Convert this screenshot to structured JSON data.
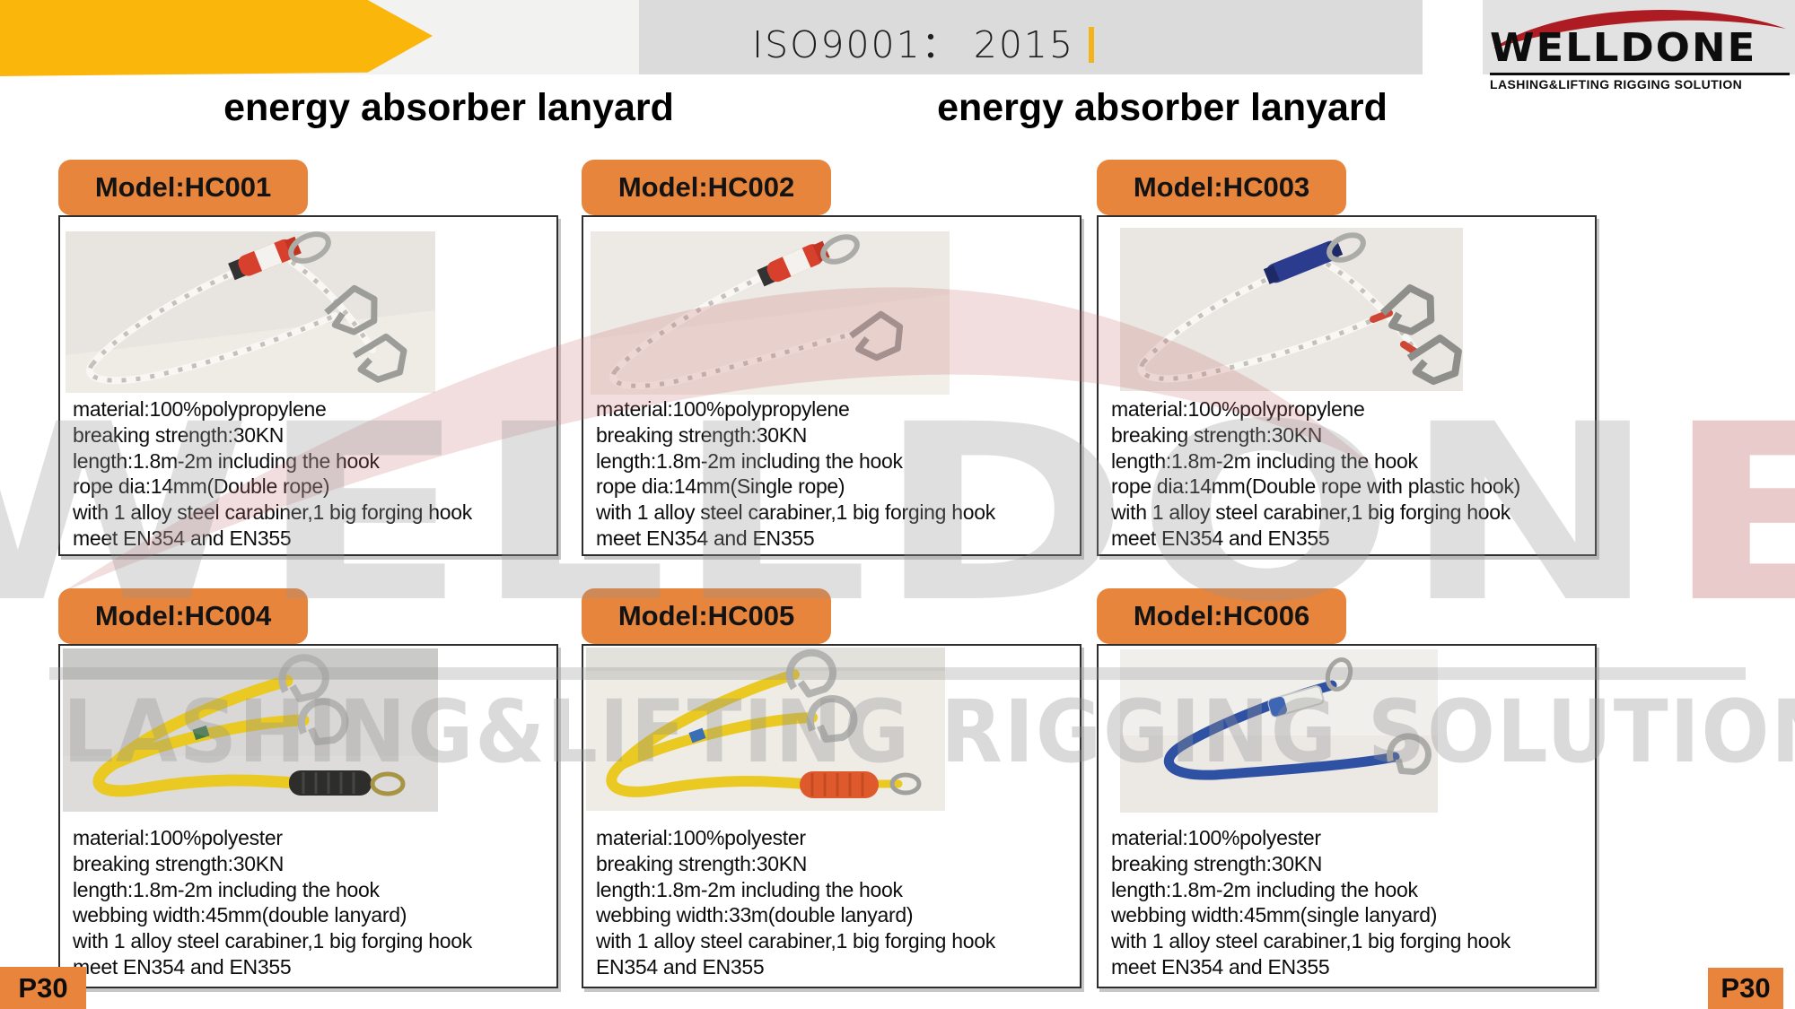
{
  "header": {
    "iso_certification": "ISO9001： 2015",
    "logo": {
      "brand": "WELLDONE",
      "tagline": "LASHING&LIFTING RIGGING SOLUTION"
    }
  },
  "section_titles": {
    "left": "energy absorber lanyard",
    "right": "energy absorber lanyard"
  },
  "watermark": {
    "brand_main": "WELLDON",
    "brand_accent": "E",
    "tagline": "LASHING&LIFTING RIGGING SOLUTION"
  },
  "page_labels": {
    "bottom_left": "P30",
    "bottom_right": "P30"
  },
  "colors": {
    "accent_orange": "#E8853C",
    "arrow_yellow": "#FBB60B",
    "banner_gray": "#DBDBDB",
    "logo_red": "#AE1C23",
    "divider_yellow": "#F3B31B"
  },
  "products": [
    {
      "model": "Model:HC001",
      "photo_alt": "white double rope lanyard, red energy absorber, carabiner, two forging hooks",
      "specs": [
        "material:100%polypropylene",
        "breaking strength:30KN",
        "length:1.8m-2m including the hook",
        "rope dia:14mm(Double rope)",
        "with 1 alloy steel carabiner,1 big forging hook",
        "meet EN354 and EN355"
      ]
    },
    {
      "model": "Model:HC002",
      "photo_alt": "white single rope lanyard, red energy absorber, carabiner, one forging hook",
      "specs": [
        "material:100%polypropylene",
        "breaking strength:30KN",
        "length:1.8m-2m including the hook",
        "rope dia:14mm(Single rope)",
        "with 1 alloy steel carabiner,1 big forging hook",
        "meet EN354 and EN355"
      ]
    },
    {
      "model": "Model:HC003",
      "photo_alt": "white double rope lanyard, blue energy absorber, carabiner, two plastic hooks",
      "specs": [
        "material:100%polypropylene",
        "breaking strength:30KN",
        "length:1.8m-2m including the hook",
        "rope dia:14mm(Double rope with plastic hook)",
        "with 1 alloy steel carabiner,1 big forging hook",
        "meet EN354 and EN355"
      ]
    },
    {
      "model": "Model:HC004",
      "photo_alt": "yellow webbing double lanyard, black energy absorber, carabiner, two scaffold hooks",
      "specs": [
        "material:100%polyester",
        "breaking strength:30KN",
        "length:1.8m-2m including the hook",
        "webbing width:45mm(double lanyard)",
        "with 1 alloy steel carabiner,1 big forging hook",
        "meet EN354 and EN355"
      ]
    },
    {
      "model": "Model:HC005",
      "photo_alt": "yellow webbing double lanyard, orange energy absorber, carabiner, two scaffold hooks",
      "specs": [
        "material:100%polyester",
        "breaking strength:30KN",
        "length:1.8m-2m including the hook",
        "webbing width:33m(double lanyard)",
        "with 1 alloy steel carabiner,1 big forging hook",
        "EN354 and EN355"
      ]
    },
    {
      "model": "Model:HC006",
      "photo_alt": "blue webbing single lanyard, white energy absorber sleeve, carabiner, one hook",
      "specs": [
        "material:100%polyester",
        "breaking strength:30KN",
        "length:1.8m-2m including the hook",
        "webbing width:45mm(single lanyard)",
        "with 1 alloy steel carabiner,1 big forging hook",
        "meet EN354 and EN355"
      ]
    }
  ]
}
